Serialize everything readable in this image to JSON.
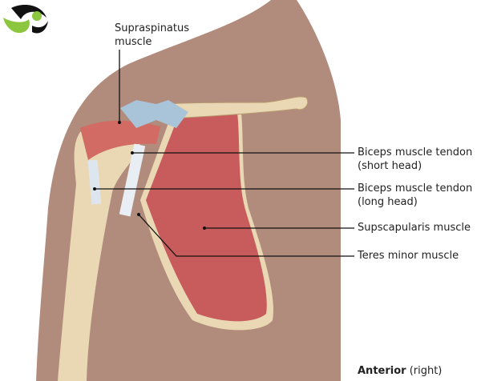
{
  "labels": {
    "supraspinatus_line1": "Supraspinatus",
    "supraspinatus_line2": "muscle",
    "biceps_short_line1": "Biceps muscle tendon",
    "biceps_short_line2": "(short head)",
    "biceps_long_line1": "Biceps muscle tendon",
    "biceps_long_line2": "(long head)",
    "subscapularis": "Supscapularis muscle",
    "teres_minor": "Teres minor muscle"
  },
  "view": {
    "bold": "Anterior",
    "rest": " (right)"
  },
  "colors": {
    "skin": "#b18b7b",
    "muscle": "#c85c5c",
    "bone": "#ead8b4",
    "ligament": "#a9c3d8",
    "logo_green": "#8cc63f"
  }
}
